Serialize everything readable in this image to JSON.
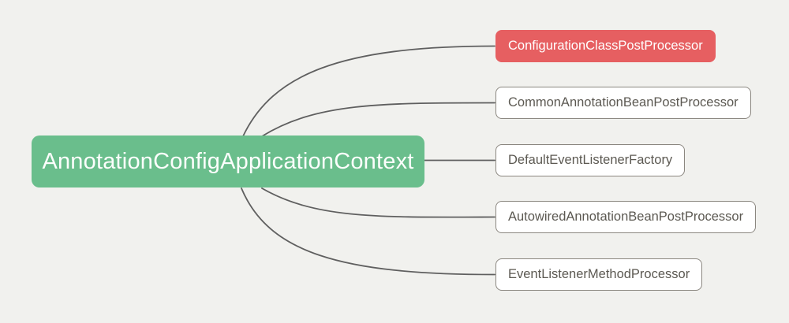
{
  "mindmap": {
    "root": {
      "label": "AnnotationConfigApplicationContext"
    },
    "children": [
      {
        "label": "ConfigurationClassPostProcessor",
        "highlighted": true
      },
      {
        "label": "CommonAnnotationBeanPostProcessor",
        "highlighted": false
      },
      {
        "label": "DefaultEventListenerFactory",
        "highlighted": false
      },
      {
        "label": "AutowiredAnnotationBeanPostProcessor",
        "highlighted": false
      },
      {
        "label": "EventListenerMethodProcessor",
        "highlighted": false
      }
    ],
    "colors": {
      "background": "#f1f1ee",
      "root_fill": "#6abe8c",
      "root_text": "#ffffff",
      "highlight_fill": "#e65f61",
      "highlight_text": "#ffffff",
      "node_fill": "#ffffff",
      "node_border": "#8b8780",
      "node_text": "#5c5952",
      "connector": "#5f5f5f"
    }
  }
}
